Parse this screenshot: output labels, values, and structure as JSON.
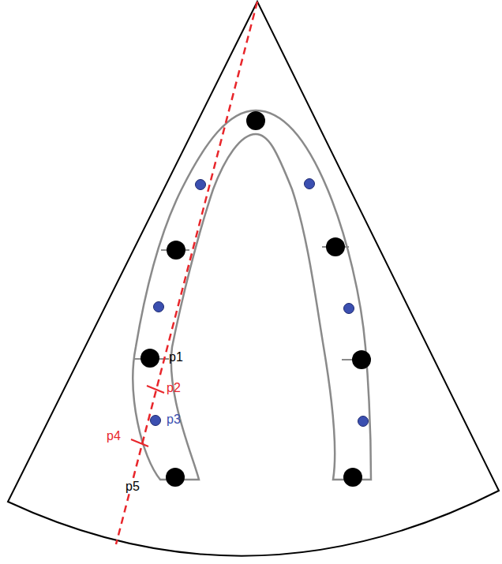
{
  "diagram": {
    "labels": [
      "p1",
      "p2",
      "p3",
      "p4",
      "p5"
    ]
  }
}
